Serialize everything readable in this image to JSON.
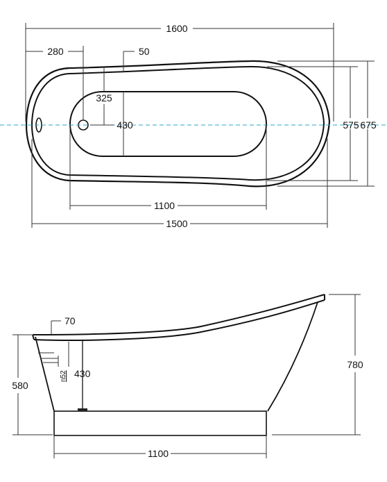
{
  "top_view": {
    "dims": {
      "overall_length": "1600",
      "waste_offset": "280",
      "rim_offset": "50",
      "inner_half_width": "325",
      "inner_width": "430",
      "inner_end_width": "575",
      "overall_width": "675",
      "inner_length": "1100",
      "base_length": "1500"
    }
  },
  "side_view": {
    "dims": {
      "rim_width": "70",
      "overflow_height": "n52",
      "inner_depth": "430",
      "low_end_height": "580",
      "high_end_height": "780",
      "base_length": "1100"
    }
  },
  "colors": {
    "centerline": "#2aa7c9",
    "outline": "#111111",
    "dimension": "#333333"
  }
}
